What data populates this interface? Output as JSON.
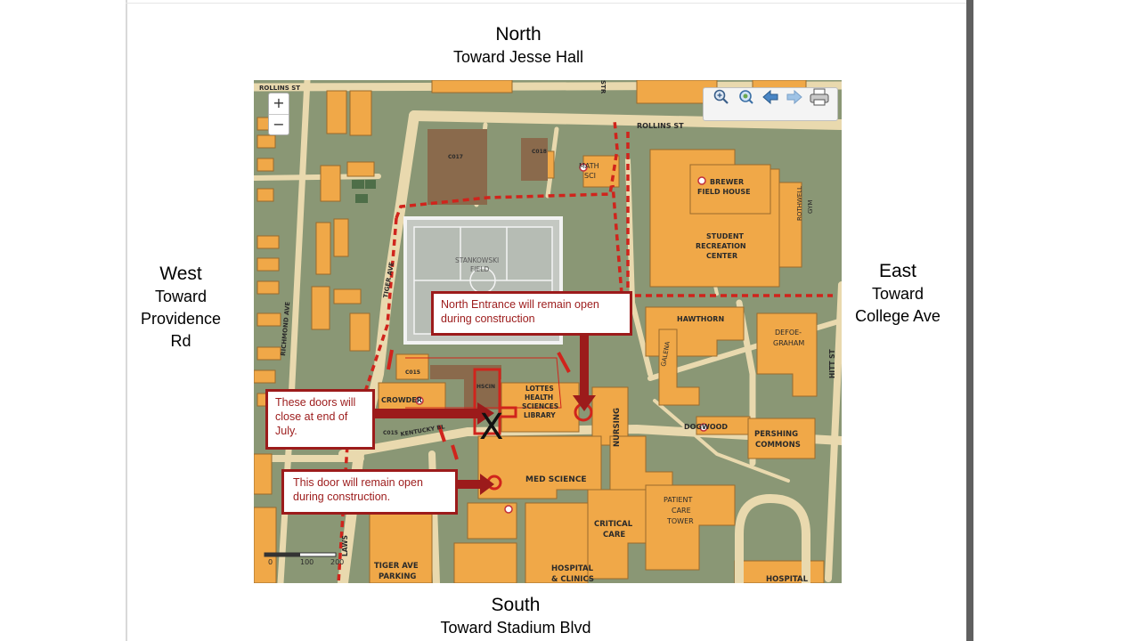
{
  "directions": {
    "north": {
      "label": "North",
      "toward": "Toward Jesse Hall"
    },
    "south": {
      "label": "South",
      "toward": "Toward Stadium Blvd"
    },
    "west": {
      "label": "West",
      "toward_line1": "Toward",
      "toward_line2": "Providence",
      "toward_line3": "Rd"
    },
    "east": {
      "label": "East",
      "toward_line1": "Toward",
      "toward_line2": "College Ave"
    }
  },
  "map": {
    "zoom_in_label": "+",
    "zoom_out_label": "−",
    "toolbar_icons": [
      "zoom-in-icon",
      "zoom-extent-icon",
      "back-arrow-icon",
      "forward-arrow-icon",
      "print-icon"
    ],
    "scale_bar": {
      "zero": "0",
      "mid": "100",
      "end": "200"
    },
    "streets": {
      "rollins_top": "ROLLINS ST",
      "rollins_right": "ROLLINS ST",
      "tiger_ave": "TIGER AVE",
      "richmond_ave": "RICHMOND AVE",
      "kentucky_blvd": "KENTUCKY BL",
      "hitt_st": "HITT ST",
      "str_top": "STR",
      "lawson": "LAWS"
    },
    "buildings": {
      "math_sci_1": "MATH",
      "math_sci_2": "SCI",
      "brewer_1": "BREWER",
      "brewer_2": "FIELD HOUSE",
      "rec_1": "STUDENT",
      "rec_2": "RECREATION",
      "rec_3": "CENTER",
      "rothwell_1": "ROTHWELL",
      "rothwell_2": "GYM",
      "stankowski_1": "STANKOWSKI",
      "stankowski_2": "FIELD",
      "hawthorn": "HAWTHORN",
      "defoe_1": "DEFOE-",
      "defoe_2": "GRAHAM",
      "galena": "GALENA",
      "dogwood": "DOGWOOD",
      "pershing_1": "PERSHING",
      "pershing_2": "COMMONS",
      "crowder": "CROWDER",
      "lottes_1": "LOTTES",
      "lottes_2": "HEALTH",
      "lottes_3": "SCIENCES",
      "lottes_4": "LIBRARY",
      "nursing": "NURSING",
      "med_science": "MED SCIENCE",
      "patient_1": "PATIENT",
      "patient_2": "CARE",
      "patient_3": "TOWER",
      "critical_1": "CRITICAL",
      "critical_2": "CARE",
      "hospital_1": "HOSPITAL",
      "hospital_2": "& CLINICS",
      "hospital_right": "HOSPITAL",
      "tiger_parking_1": "TIGER AVE",
      "tiger_parking_2": "PARKING",
      "c017": "C017",
      "c018": "C018",
      "c015a": "C015",
      "c015b": "C015",
      "hscin": "HSCIN"
    }
  },
  "callouts": {
    "north_entrance": "North Entrance will remain open during construction",
    "doors_close": "These doors will close at end of July.",
    "door_open": "This door will remain open during construction."
  },
  "x_mark": "X",
  "colors": {
    "map_green": "#8a9775",
    "building_orange": "#f0a848",
    "walkway_beige": "#e9d9ae",
    "construction_red": "#d0241c",
    "callout_red": "#9c1b1b"
  }
}
